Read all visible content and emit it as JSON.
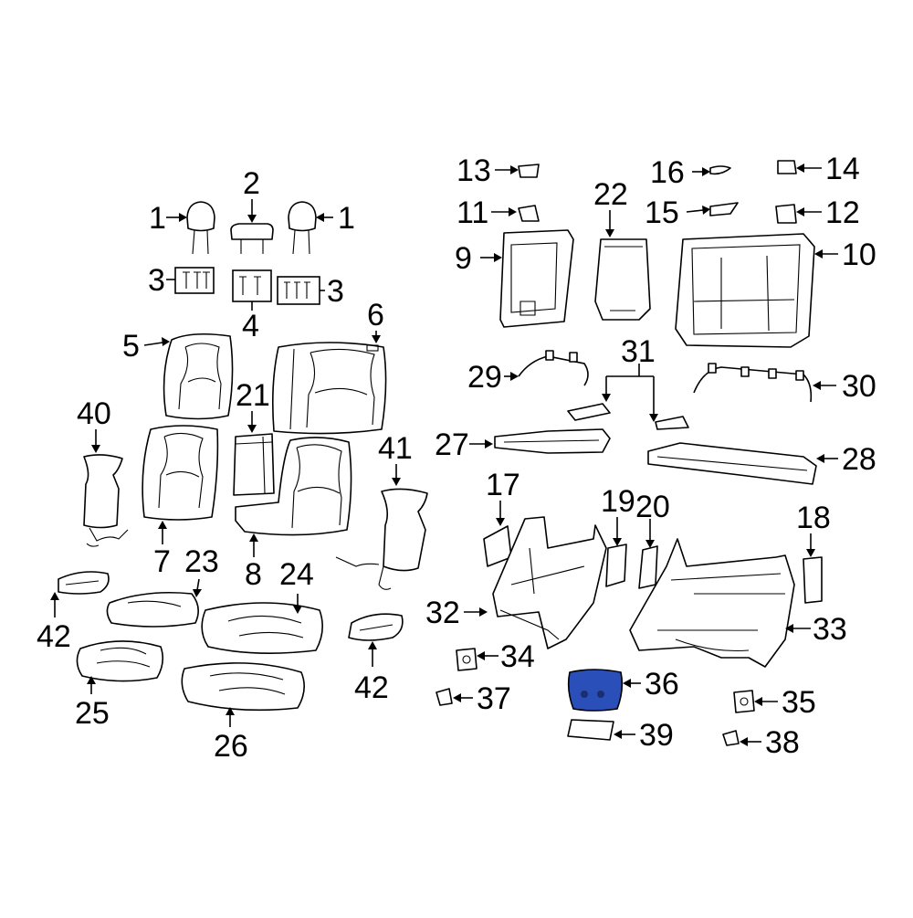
{
  "diagram": {
    "highlight_color": "#2a4fb8",
    "labels": {
      "l1a": "1",
      "l1b": "1",
      "l2": "2",
      "l3a": "3",
      "l3b": "3",
      "l4": "4",
      "l5": "5",
      "l6": "6",
      "l7": "7",
      "l8": "8",
      "l9": "9",
      "l10": "10",
      "l11": "11",
      "l12": "12",
      "l13": "13",
      "l14": "14",
      "l15": "15",
      "l16": "16",
      "l17": "17",
      "l18": "18",
      "l19": "19",
      "l20": "20",
      "l21": "21",
      "l22": "22",
      "l23": "23",
      "l24": "24",
      "l25": "25",
      "l26": "26",
      "l27": "27",
      "l28": "28",
      "l29": "29",
      "l30": "30",
      "l31": "31",
      "l32": "32",
      "l33": "33",
      "l34": "34",
      "l35": "35",
      "l36": "36",
      "l37": "37",
      "l38": "38",
      "l39": "39",
      "l40": "40",
      "l41": "41",
      "l42a": "42",
      "l42b": "42"
    }
  }
}
